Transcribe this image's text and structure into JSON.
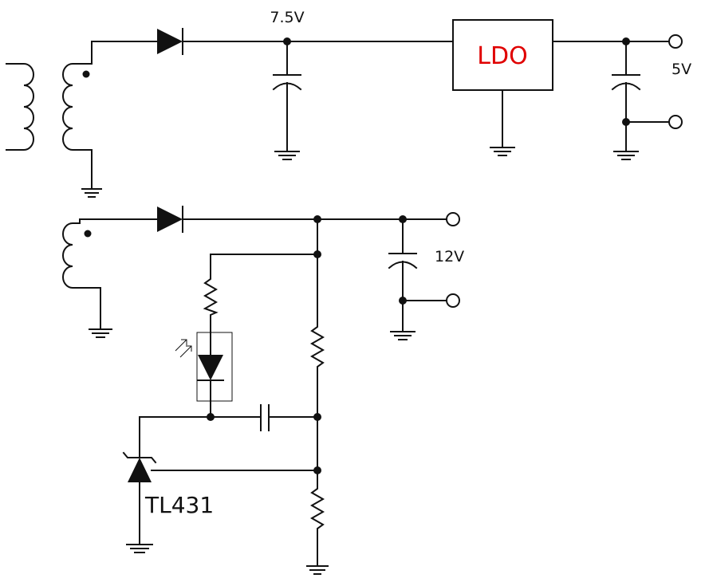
{
  "labels": {
    "rail_7v5": "7.5V",
    "ldo": "LDO",
    "rail_5v": "5V",
    "rail_12v": "12V",
    "shunt_ref": "TL431"
  },
  "colors": {
    "wire": "#111111",
    "ldo_text": "#e00000",
    "opto_outline": "#999999"
  }
}
